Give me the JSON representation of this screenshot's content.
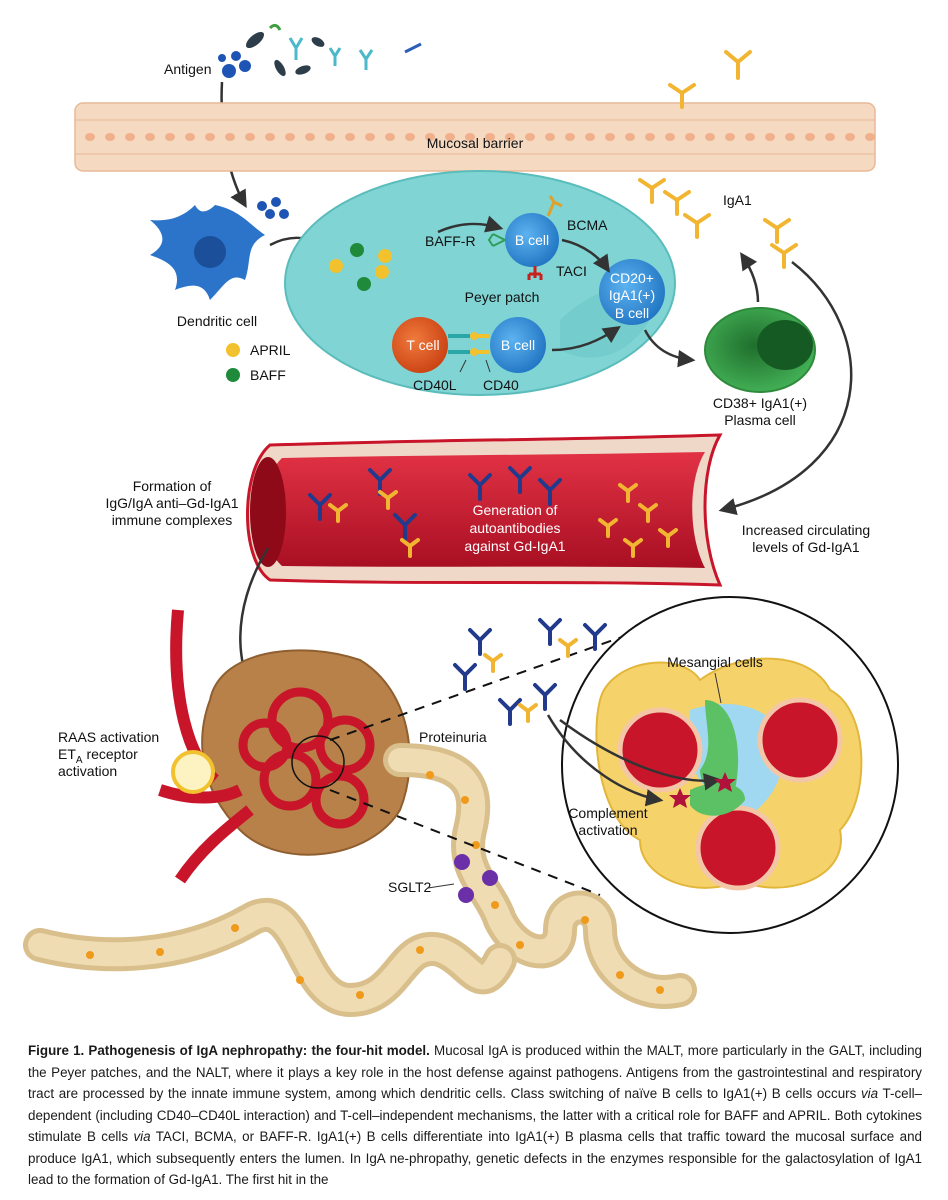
{
  "diagram": {
    "labels": {
      "antigen": "Antigen",
      "mucosal_barrier": "Mucosal barrier",
      "iga1": "IgA1",
      "dendritic_cell": "Dendritic cell",
      "april": "APRIL",
      "baff": "BAFF",
      "baff_r": "BAFF-R",
      "b_cell_top": "B cell",
      "bcma": "BCMA",
      "taci": "TACI",
      "peyer_patch": "Peyer patch",
      "t_cell": "T cell",
      "b_cell_bottom": "B cell",
      "cd40l": "CD40L",
      "cd40": "CD40",
      "cd20_line1": "CD20+",
      "cd20_line2": "IgA1(+)",
      "cd20_line3": "B cell",
      "plasma_line1": "CD38+ IgA1(+)",
      "plasma_line2": "Plasma cell",
      "complex_line1": "Formation of",
      "complex_line2": "IgG/IgA anti–Gd-IgA1",
      "complex_line3": "immune complexes",
      "autoab_line1": "Generation of",
      "autoab_line2": "autoantibodies",
      "autoab_line3": "against Gd-IgA1",
      "circ_line1": "Increased circulating",
      "circ_line2": "levels of Gd-IgA1",
      "raas_line1": "RAAS activation",
      "raas_line2_main": "ET",
      "raas_line2_sub": "A",
      "raas_line2_rest": " receptor",
      "raas_line3": "activation",
      "proteinuria": "Proteinuria",
      "sglt2": "SGLT2",
      "mesangial": "Mesangial cells",
      "complement_line1": "Complement",
      "complement_line2": "activation"
    },
    "colors": {
      "april": "#f2c12e",
      "baff": "#1f8a3a",
      "peyer_patch": "#7fd3d3",
      "b_cell": "#2f8fd6",
      "t_cell": "#e2551e",
      "plasma_cell": "#2fa043",
      "vessel": "#c8152a",
      "kidney": "#b8814a",
      "tubule": "#e9d09e",
      "mesangial": "#5cc064",
      "iga1": "#f2b531",
      "igg": "#223a8c"
    }
  },
  "caption": {
    "title": "Figure 1. Pathogenesis of IgA nephropathy: the four-hit model.",
    "seg1": " Mucosal IgA is produced within the MALT, more particularly in the GALT, including the Peyer patches, and the NALT, where it plays a key role in the host defense against pathogens. Antigens from the gastrointestinal and respiratory tract are processed by the innate immune system, among which dendritic cells. Class switching of naïve B cells to IgA1(+) B cells occurs ",
    "via1": "via",
    "seg2": " T-cell–dependent (including CD40–CD40L interaction) and T-cell–independent mechanisms, the latter with a critical role for BAFF and APRIL. Both cytokines stimulate B cells ",
    "via2": "via",
    "seg3": " TACI, BCMA, or BAFF-R. IgA1(+) B cells differentiate into IgA1(+) B plasma cells that traffic toward the mucosal surface and produce IgA1, which subsequently enters the lumen. In IgA ne-phropathy, genetic defects in the enzymes responsible for the galactosylation of IgA1 lead to the formation of Gd-IgA1. The first hit in the"
  }
}
